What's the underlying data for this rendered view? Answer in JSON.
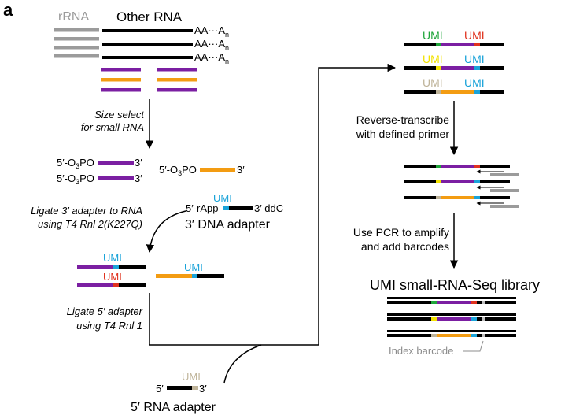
{
  "panel_label": "a",
  "labels": {
    "rrna": "rRNA",
    "other_rna": "Other RNA",
    "polya": "AA···A",
    "polya_sub": "n",
    "size_select_1": "Size select",
    "size_select_2": "for small RNA",
    "prime5_o3po": "5′-O",
    "sub3": "3",
    "po": "PO",
    "prime3": "3′",
    "ligate3_1": "Ligate 3′ adapter to RNA",
    "ligate3_2": "using T4 Rnl 2(K227Q)",
    "rapp": "5′-rApp",
    "ddc": "3′ ddC",
    "dna_adapter": "3′ DNA adapter",
    "ligate5_1": "Ligate 5′ adapter",
    "ligate5_2": "using T4 Rnl 1",
    "rna_adapter": "5′ RNA adapter",
    "prime5": "5′",
    "umi": "UMI",
    "rt_1": "Reverse-transcribe",
    "rt_2": "with defined primer",
    "pcr_1": "Use PCR to amplify",
    "pcr_2": "and add barcodes",
    "library": "UMI small-RNA-Seq library",
    "index_barcode": "Index barcode"
  },
  "colors": {
    "black": "#000000",
    "gray": "#9b9b9b",
    "purple": "#7b1fa2",
    "orange": "#f39c12",
    "green": "#1fa53a",
    "red": "#e0321e",
    "yellow": "#f2e200",
    "cyan": "#1aa3d9",
    "tan": "#bfb49a"
  }
}
